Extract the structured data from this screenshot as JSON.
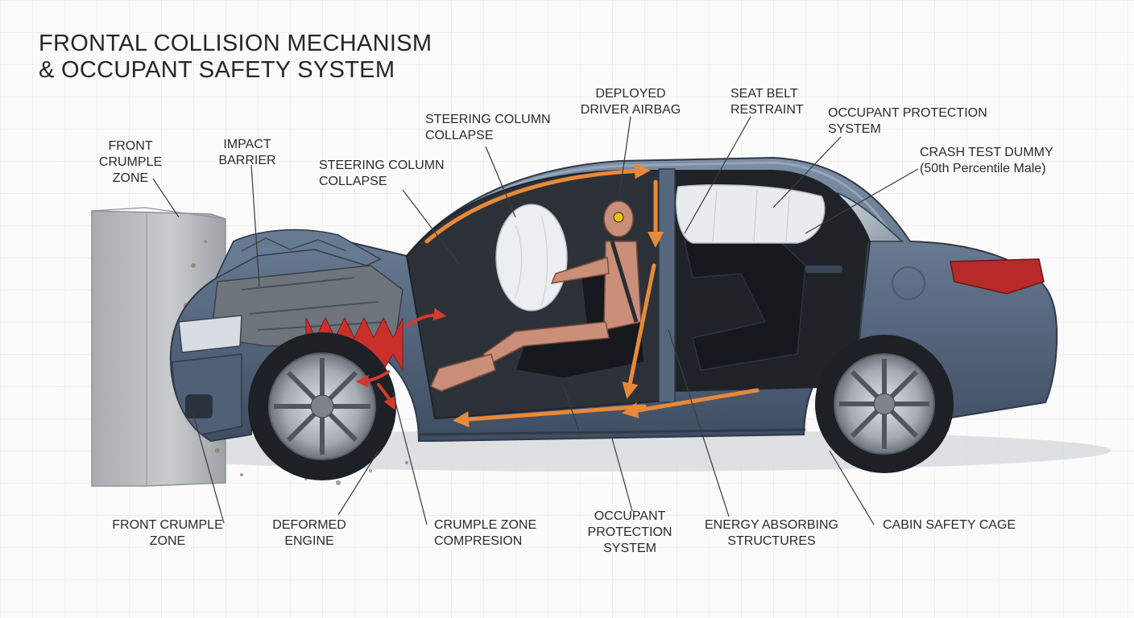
{
  "title": {
    "line1": "FRONTAL COLLISION MECHANISM",
    "line2": "& OCCUPANT SAFETY SYSTEM"
  },
  "labels": {
    "front_crumple_zone_top": [
      "FRONT",
      "CRUMPLE",
      "ZONE"
    ],
    "impact_barrier": [
      "IMPACT",
      "BARRIER"
    ],
    "steering_column_collapse_lower": [
      "STEERING COLUMN",
      "COLLAPSE"
    ],
    "steering_column_collapse_upper": [
      "STEERING COLUMN",
      "COLLAPSE"
    ],
    "deployed_driver_airbag": [
      "DEPLOYED",
      "DRIVER AIRBAG"
    ],
    "seat_belt_restraint": [
      "SEAT BELT",
      "RESTRAINT"
    ],
    "occupant_protection_system_top": [
      "OCCUPANT PROTECTION",
      "SYSTEM"
    ],
    "crash_test_dummy": [
      "CRASH TEST DUMMY",
      "(50th Percentile Male)"
    ],
    "front_crumple_zone_bottom": [
      "FRONT CRUMPLE",
      "ZONE"
    ],
    "deformed_engine": [
      "DEFORMED",
      "ENGINE"
    ],
    "crumple_zone_compression": [
      "CRUMPLE ZONE",
      "COMPRESION"
    ],
    "occupant_protection_system_bottom": [
      "OCCUPANT",
      "PROTECTION",
      "SYSTEM"
    ],
    "energy_absorbing_structures": [
      "ENERGY ABSORBING",
      "STRUCTURES"
    ],
    "cabin_safety_cage": [
      "CABIN SAFETY CAGE"
    ]
  },
  "colors": {
    "body_paint": "#5d7088",
    "body_dark": "#3e4d61",
    "force_arrow": "#e8893a",
    "crumple_red": "#c9302c",
    "dummy": "#c98f78",
    "barrier": "#b9bcbf",
    "airbag": "#e9ecef"
  }
}
